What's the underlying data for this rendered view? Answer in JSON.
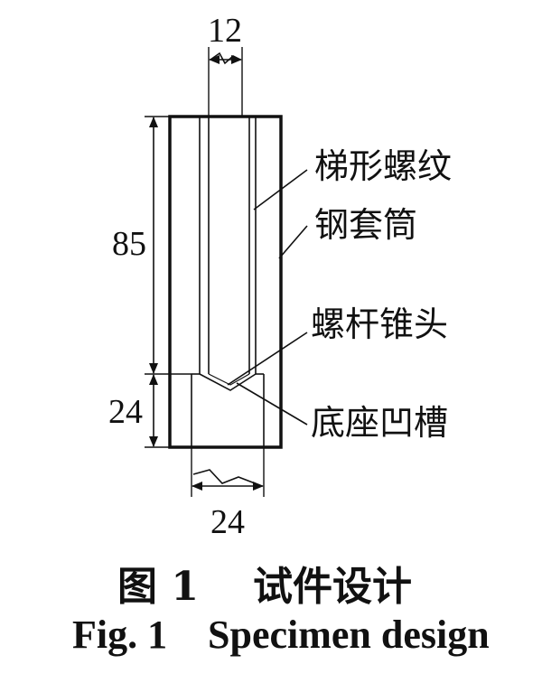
{
  "diagram": {
    "dimensions": {
      "top_width": "12",
      "body_height": "85",
      "base_height": "24",
      "bottom_width": "24"
    },
    "labels": {
      "thread": "梯形螺纹",
      "sleeve": "钢套筒",
      "cone": "螺杆锥头",
      "groove": "底座凹槽"
    }
  },
  "caption": {
    "cn_fig": "图 1",
    "cn_title": "试件设计",
    "en_fig": "Fig. 1",
    "en_title": "Specimen design"
  },
  "colors": {
    "line": "#111111"
  }
}
